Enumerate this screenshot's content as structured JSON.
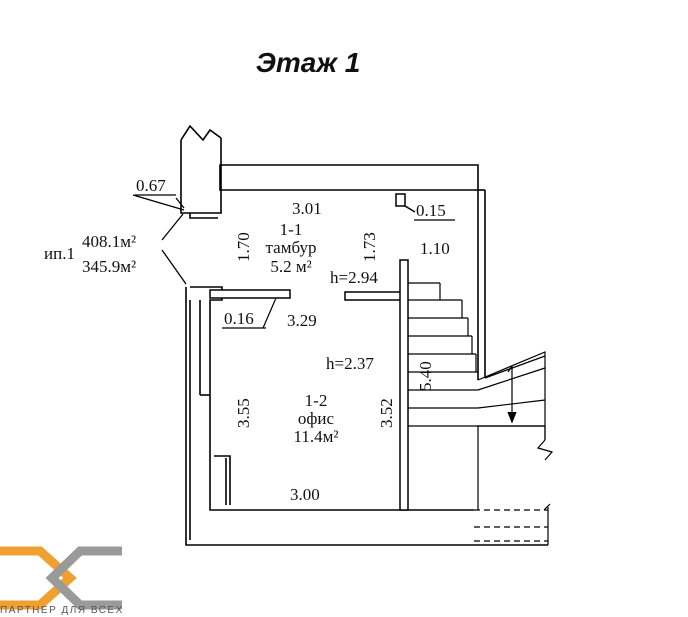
{
  "title": "Этаж 1",
  "entrance": {
    "label": "ип.1",
    "area_total": "408.1м²",
    "area_living": "345.9м²"
  },
  "rooms": [
    {
      "id": "1-1",
      "name": "тамбур",
      "area": "5.2 м²",
      "height": "h=2.94"
    },
    {
      "id": "1-2",
      "name": "офис",
      "area": "11.4м²",
      "height": "h=2.37"
    }
  ],
  "dimensions": {
    "d067": "0.67",
    "d301": "3.01",
    "d015": "0.15",
    "d170": "1.70",
    "d173": "1.73",
    "d110": "1.10",
    "d016": "0.16",
    "d329": "3.29",
    "d540": "5.40",
    "d355": "3.55",
    "d352": "3.52",
    "d300": "3.00"
  },
  "brand": {
    "text": "ПАРТНЕР ДЛЯ ВСЕХ",
    "color_primary": "#f0a030",
    "color_secondary": "#9a9a9a"
  }
}
